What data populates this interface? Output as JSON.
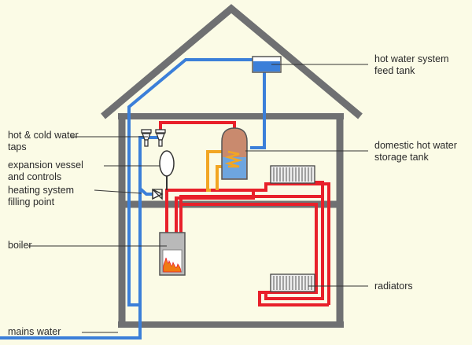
{
  "labels": {
    "feed_tank": "hot water system\nfeed tank",
    "taps": "hot & cold water\ntaps",
    "expansion": "expansion vessel\nand controls",
    "filling": "heating system\nfilling point",
    "boiler": "boiler",
    "storage_tank": "domestic hot water\nstorage tank",
    "radiators": "radiators",
    "mains": "mains water"
  },
  "colors": {
    "background": "#fbfbe6",
    "house_wall": "#6f7072",
    "cold_pipe": "#3b7fd9",
    "hot_pipe": "#e8202a",
    "storage_coil": "#f2a623",
    "storage_tank": "#c98a6e",
    "radiator": "#ededed"
  }
}
